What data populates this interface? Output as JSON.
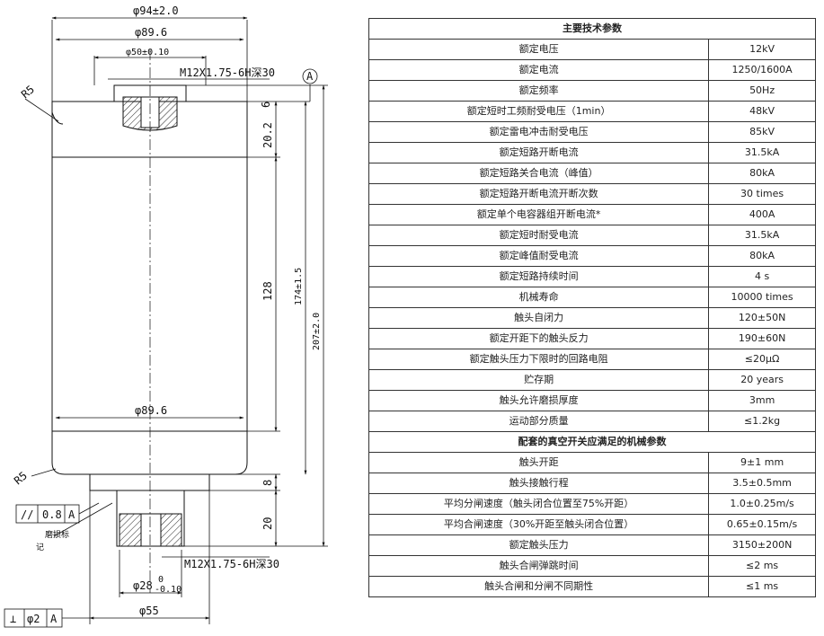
{
  "drawing": {
    "dims": {
      "d94": "φ94±2.0",
      "d896_top": "φ89.6",
      "d50": "φ50±0.10",
      "thread_top": "M12X1.75-6H深30",
      "datum": "A",
      "r5_top": "R5",
      "h6": "6",
      "h202": "20.2",
      "h128": "128",
      "h174": "174±1.5",
      "h207": "207±2.0",
      "d896_bottom": "φ89.6",
      "r5_bottom": "R5",
      "h8": "8",
      "h20": "20",
      "d28_main": "φ28",
      "d28_tol_upper": "0",
      "d28_tol_lower": "-0.10",
      "thread_bottom": "M12X1.75-6H深30",
      "d55": "φ55"
    },
    "tolerance_parallel": {
      "symbol": "//",
      "value": "0.8",
      "datum": "A"
    },
    "tolerance_perpendicular": {
      "symbol": "⊥",
      "value": "φ2",
      "datum": "A"
    },
    "wear_mark_label": "磨损标",
    "wear_mark_label2": "记"
  },
  "table": {
    "section1_title": "主要技术参数",
    "rows1": [
      {
        "param": "额定电压",
        "value": "12kV"
      },
      {
        "param": "额定电流",
        "value": "1250/1600A"
      },
      {
        "param": "额定频率",
        "value": "50Hz"
      },
      {
        "param": "额定短时工频耐受电压（1min）",
        "value": "48kV"
      },
      {
        "param": "额定雷电冲击耐受电压",
        "value": "85kV"
      },
      {
        "param": "额定短路开断电流",
        "value": "31.5kA"
      },
      {
        "param": "额定短路关合电流（峰值）",
        "value": "80kA"
      },
      {
        "param": "额定短路开断电流开断次数",
        "value": "30 times"
      },
      {
        "param": "额定单个电容器组开断电流*",
        "value": "400A"
      },
      {
        "param": "额定短时耐受电流",
        "value": "31.5kA"
      },
      {
        "param": "额定峰值耐受电流",
        "value": "80kA"
      },
      {
        "param": "额定短路持续时间",
        "value": "4 s"
      },
      {
        "param": "机械寿命",
        "value": "10000 times"
      },
      {
        "param": "触头自闭力",
        "value": "120±50N"
      },
      {
        "param": "额定开距下的触头反力",
        "value": "190±60N"
      },
      {
        "param": "额定触头压力下限时的回路电阻",
        "value": "≤20μΩ"
      },
      {
        "param": "贮存期",
        "value": "20 years"
      },
      {
        "param": "触头允许磨损厚度",
        "value": "3mm"
      },
      {
        "param": "运动部分质量",
        "value": "≤1.2kg"
      }
    ],
    "section2_title": "配套的真空开关应满足的机械参数",
    "rows2": [
      {
        "param": "触头开距",
        "value": "9±1 mm"
      },
      {
        "param": "触头接触行程",
        "value": "3.5±0.5mm"
      },
      {
        "param": "平均分闸速度（触头闭合位置至75%开距）",
        "value": "1.0±0.25m/s"
      },
      {
        "param": "平均合闸速度（30%开距至触头闭合位置）",
        "value": "0.65±0.15m/s"
      },
      {
        "param": "额定触头压力",
        "value": "3150±200N"
      },
      {
        "param": "触头合闸弹跳时间",
        "value": "≤2 ms"
      },
      {
        "param": "触头合闸和分闸不同期性",
        "value": "≤1 ms"
      }
    ]
  }
}
